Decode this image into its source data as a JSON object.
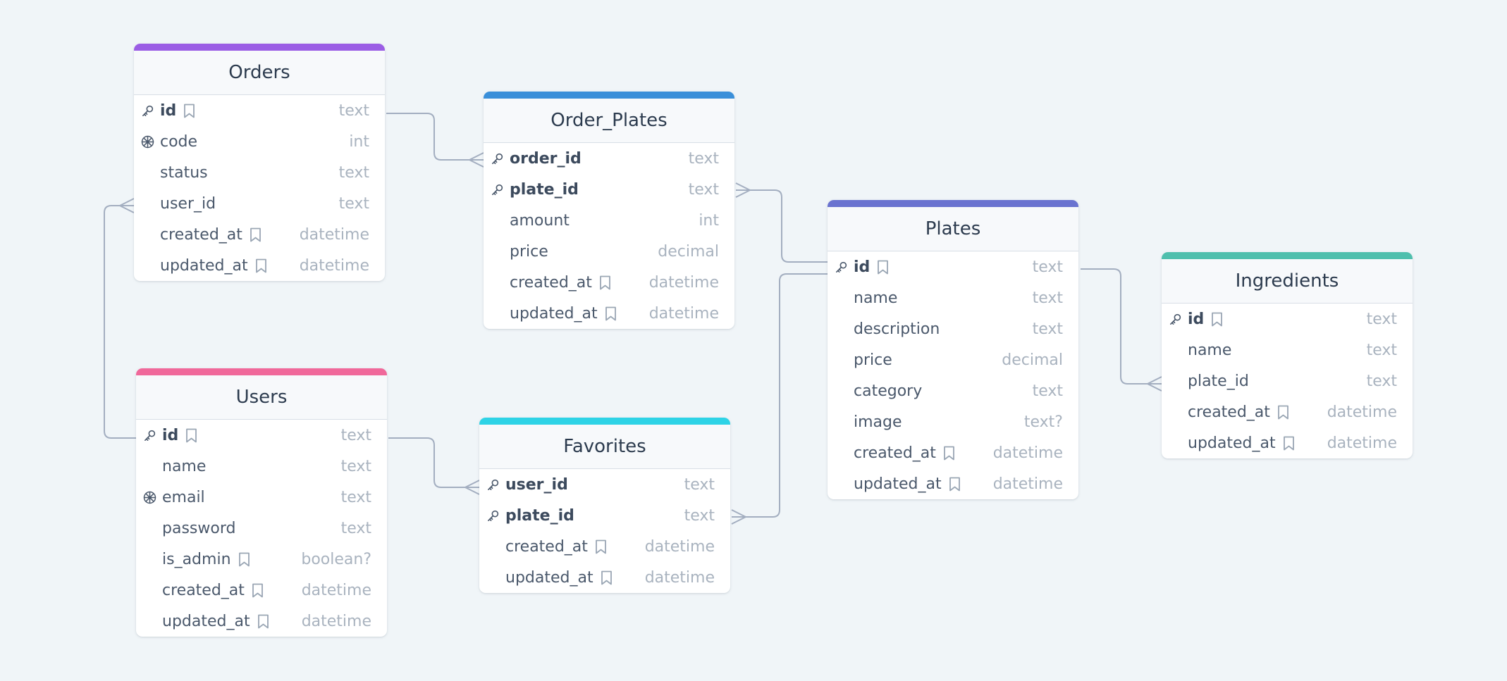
{
  "colors": {
    "background": "#f0f5f8",
    "edge": "#a3aec0",
    "orders": "#9b5de5",
    "order_plates": "#3a8fd9",
    "plates": "#6a73d0",
    "ingredients": "#4fbfad",
    "users": "#f0689a",
    "favorites": "#2ed3e6"
  },
  "tables": {
    "orders": {
      "title": "Orders",
      "accent": "#9b5de5",
      "columns": [
        {
          "name": "id",
          "type": "text",
          "key": true,
          "note": true
        },
        {
          "name": "code",
          "type": "int",
          "unique": true
        },
        {
          "name": "status",
          "type": "text"
        },
        {
          "name": "user_id",
          "type": "text"
        },
        {
          "name": "created_at",
          "type": "datetime",
          "note": true
        },
        {
          "name": "updated_at",
          "type": "datetime",
          "note": true
        }
      ]
    },
    "order_plates": {
      "title": "Order_Plates",
      "accent": "#3a8fd9",
      "columns": [
        {
          "name": "order_id",
          "type": "text",
          "key": true
        },
        {
          "name": "plate_id",
          "type": "text",
          "key": true
        },
        {
          "name": "amount",
          "type": "int"
        },
        {
          "name": "price",
          "type": "decimal"
        },
        {
          "name": "created_at",
          "type": "datetime",
          "note": true
        },
        {
          "name": "updated_at",
          "type": "datetime",
          "note": true
        }
      ]
    },
    "plates": {
      "title": "Plates",
      "accent": "#6a73d0",
      "columns": [
        {
          "name": "id",
          "type": "text",
          "key": true,
          "note": true
        },
        {
          "name": "name",
          "type": "text"
        },
        {
          "name": "description",
          "type": "text"
        },
        {
          "name": "price",
          "type": "decimal"
        },
        {
          "name": "category",
          "type": "text"
        },
        {
          "name": "image",
          "type": "text?"
        },
        {
          "name": "created_at",
          "type": "datetime",
          "note": true
        },
        {
          "name": "updated_at",
          "type": "datetime",
          "note": true
        }
      ]
    },
    "ingredients": {
      "title": "Ingredients",
      "accent": "#4fbfad",
      "columns": [
        {
          "name": "id",
          "type": "text",
          "key": true,
          "note": true
        },
        {
          "name": "name",
          "type": "text"
        },
        {
          "name": "plate_id",
          "type": "text"
        },
        {
          "name": "created_at",
          "type": "datetime",
          "note": true
        },
        {
          "name": "updated_at",
          "type": "datetime",
          "note": true
        }
      ]
    },
    "users": {
      "title": "Users",
      "accent": "#f0689a",
      "columns": [
        {
          "name": "id",
          "type": "text",
          "key": true,
          "note": true
        },
        {
          "name": "name",
          "type": "text"
        },
        {
          "name": "email",
          "type": "text",
          "unique": true
        },
        {
          "name": "password",
          "type": "text"
        },
        {
          "name": "is_admin",
          "type": "boolean?",
          "note": true
        },
        {
          "name": "created_at",
          "type": "datetime",
          "note": true
        },
        {
          "name": "updated_at",
          "type": "datetime",
          "note": true
        }
      ]
    },
    "favorites": {
      "title": "Favorites",
      "accent": "#2ed3e6",
      "columns": [
        {
          "name": "user_id",
          "type": "text",
          "key": true
        },
        {
          "name": "plate_id",
          "type": "text",
          "key": true
        },
        {
          "name": "created_at",
          "type": "datetime",
          "note": true
        },
        {
          "name": "updated_at",
          "type": "datetime",
          "note": true
        }
      ]
    }
  },
  "relations": [
    {
      "from": "orders.id",
      "to": "order_plates.order_id",
      "cardinality": "one-to-many"
    },
    {
      "from": "plates.id",
      "to": "order_plates.plate_id",
      "cardinality": "one-to-many"
    },
    {
      "from": "plates.id",
      "to": "ingredients.plate_id",
      "cardinality": "one-to-many"
    },
    {
      "from": "users.id",
      "to": "orders.user_id",
      "cardinality": "one-to-many"
    },
    {
      "from": "users.id",
      "to": "favorites.user_id",
      "cardinality": "one-to-many"
    },
    {
      "from": "plates.id",
      "to": "favorites.plate_id",
      "cardinality": "one-to-many"
    }
  ]
}
